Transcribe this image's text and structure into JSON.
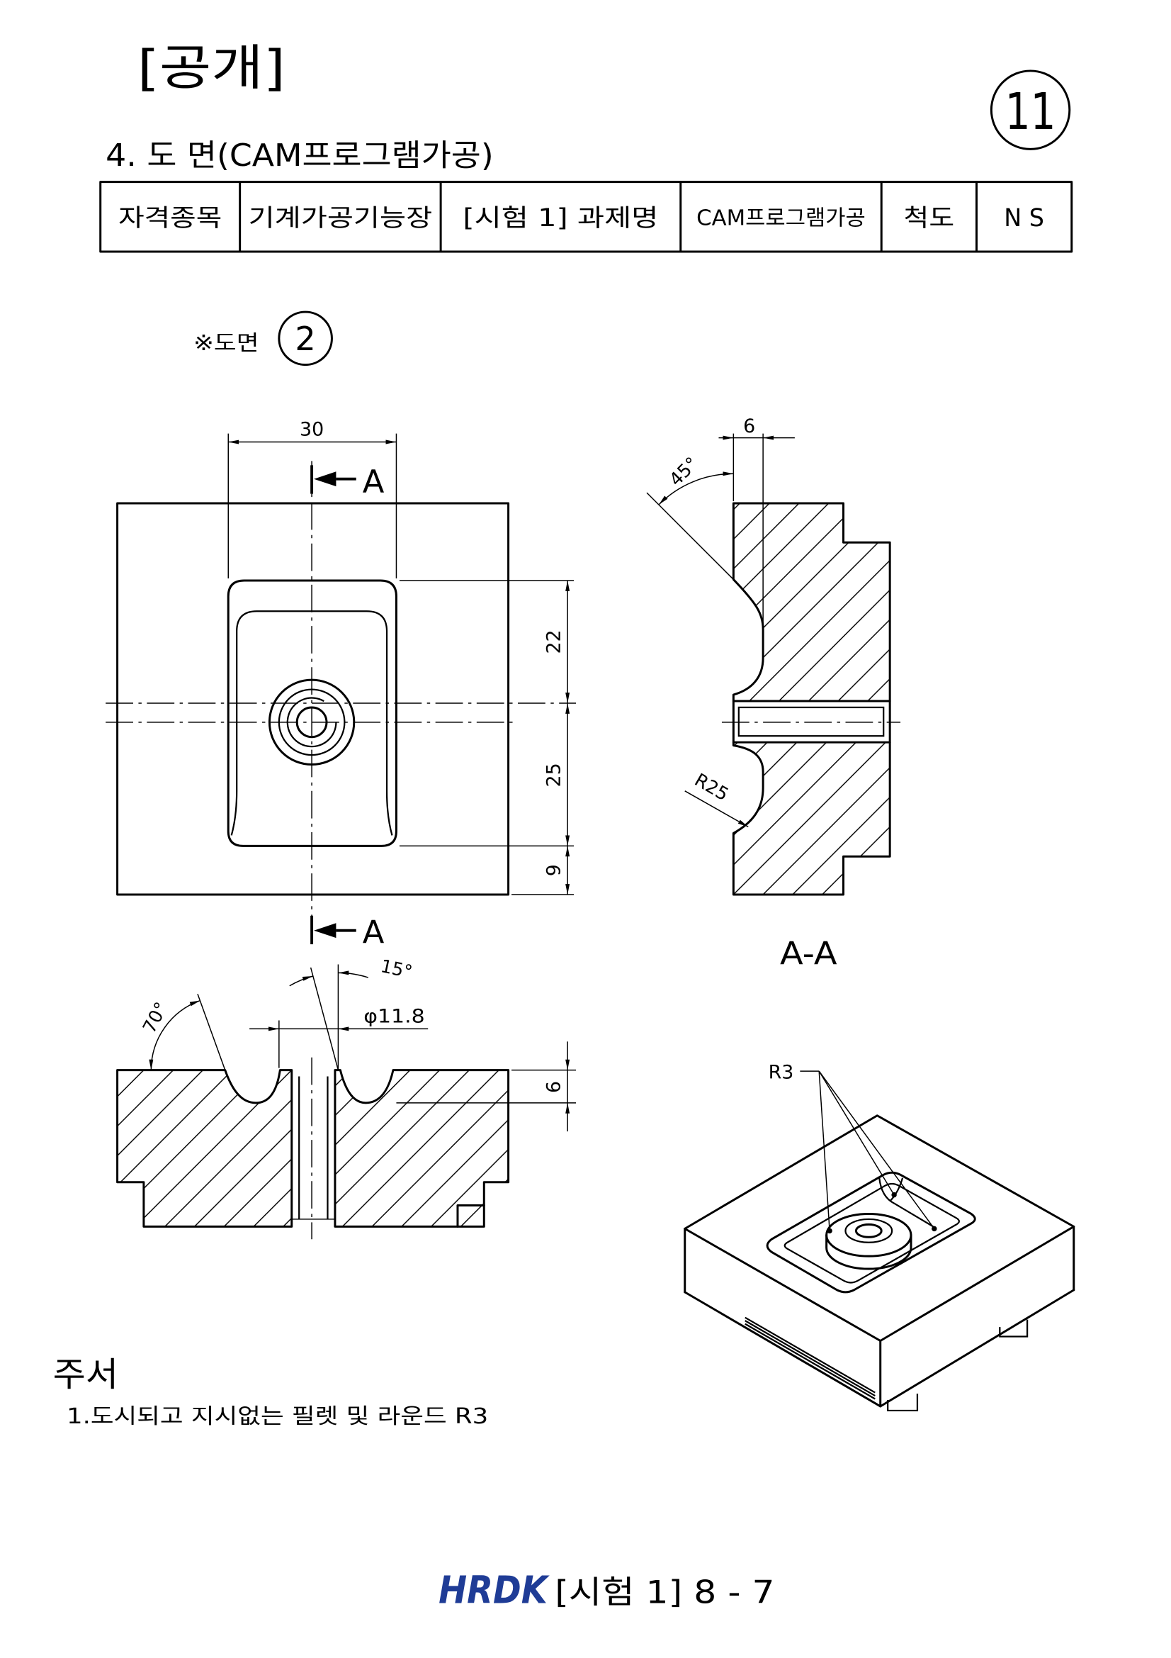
{
  "header": {
    "label": "[공개]",
    "page_badge": "11",
    "section_title": "4. 도 면(CAM프로그램가공)"
  },
  "info_table": {
    "cells": [
      "자격종목",
      "기계가공기능장",
      "[시험 1] 과제명",
      "CAM프로그램가공",
      "척도",
      "N S"
    ]
  },
  "drawing_ref": {
    "label": "※도면",
    "number": "2"
  },
  "top_view": {
    "dim_width": "30",
    "dim_upper": "22",
    "dim_lower": "25",
    "dim_edge": "9",
    "section_mark_top": "A",
    "section_mark_bottom": "A"
  },
  "section_view": {
    "title": "A-A",
    "dim_width": "6",
    "dim_angle": "45°",
    "dim_radius": "R25"
  },
  "front_view": {
    "dim_angle_left": "70°",
    "dim_angle_hole": "15°",
    "dim_diameter": "φ11.8",
    "dim_depth": "6"
  },
  "iso_view": {
    "dim_radius": "R3"
  },
  "notes": {
    "heading": "주서",
    "items": [
      "1.도시되고 지시없는 필렛 및 라운드 R3"
    ]
  },
  "footer": {
    "logo": "HRDK",
    "page_label": "[시험 1] 8 - 7"
  },
  "colors": {
    "ink": "#000000",
    "background": "#ffffff",
    "logo": "#1f3c96"
  }
}
